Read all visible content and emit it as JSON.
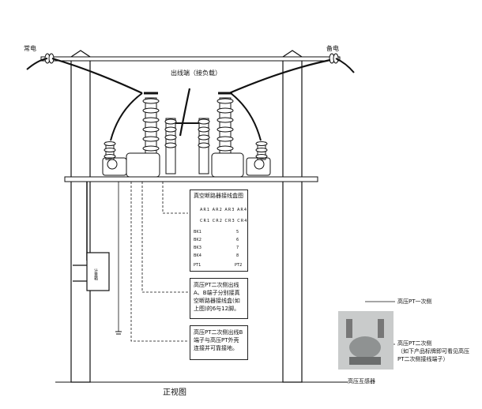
{
  "labels": {
    "normal_power": "常电",
    "backup_power": "备电",
    "outlet_terminal": "出线端（接负载）",
    "view_title": "正视图",
    "pt_meter_box": "计量箱"
  },
  "wiring_box": {
    "title": "真空断路器接线盒图",
    "row1": [
      "AR1",
      "AR2",
      "AR3",
      "AR4"
    ],
    "row2": [
      "CR1",
      "CR2",
      "CR3",
      "CR4"
    ],
    "left_terminals": [
      "BK1",
      "BK2",
      "BK3",
      "BK4"
    ],
    "right_terminals": [
      "5",
      "6",
      "7",
      "8"
    ],
    "bottom_left": "PT1",
    "bottom_right": "PT2"
  },
  "notes": {
    "pt_secondary_ab": "高压PT二次侧出线A、B端子分别接真空断路器接线盒(如上图)的6与12脚。",
    "pt_secondary_b": "高压PT二次侧出线B端子与高压PT外壳连接并可靠接地。"
  },
  "photo": {
    "label_primary": "高压PT一次侧",
    "label_secondary": "高压PT二次侧",
    "label_secondary_detail": "（如下产品标牌即可看见高压PT二次侧接线端子）",
    "caption": "高压互感器"
  },
  "colors": {
    "line": "#111111",
    "photo_bg": "#c9cbcb"
  }
}
